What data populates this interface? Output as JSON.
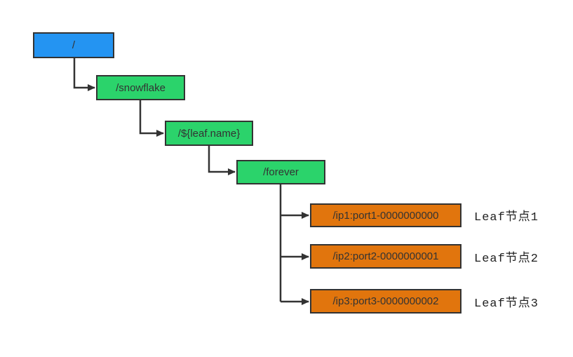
{
  "diagram": {
    "title": "snowflake zookeeper path tree",
    "root": {
      "label": "/"
    },
    "branches": [
      {
        "id": "snowflake",
        "label": "/snowflake"
      },
      {
        "id": "leaf-name",
        "label": "/${leaf.name}"
      },
      {
        "id": "forever",
        "label": "/forever"
      }
    ],
    "leaves": [
      {
        "label": "/ip1:port1-0000000000",
        "annotation": "Leaf节点1"
      },
      {
        "label": "/ip2:port2-0000000001",
        "annotation": "Leaf节点2"
      },
      {
        "label": "/ip3:port3-0000000002",
        "annotation": "Leaf节点3"
      }
    ],
    "colors": {
      "root_fill": "#2494F2",
      "branch_fill": "#2BD36B",
      "leaf_fill": "#E1750D",
      "border": "#333333",
      "line": "#333333",
      "text": "#333333",
      "annotation_text": "#222222",
      "background": "#ffffff"
    }
  }
}
